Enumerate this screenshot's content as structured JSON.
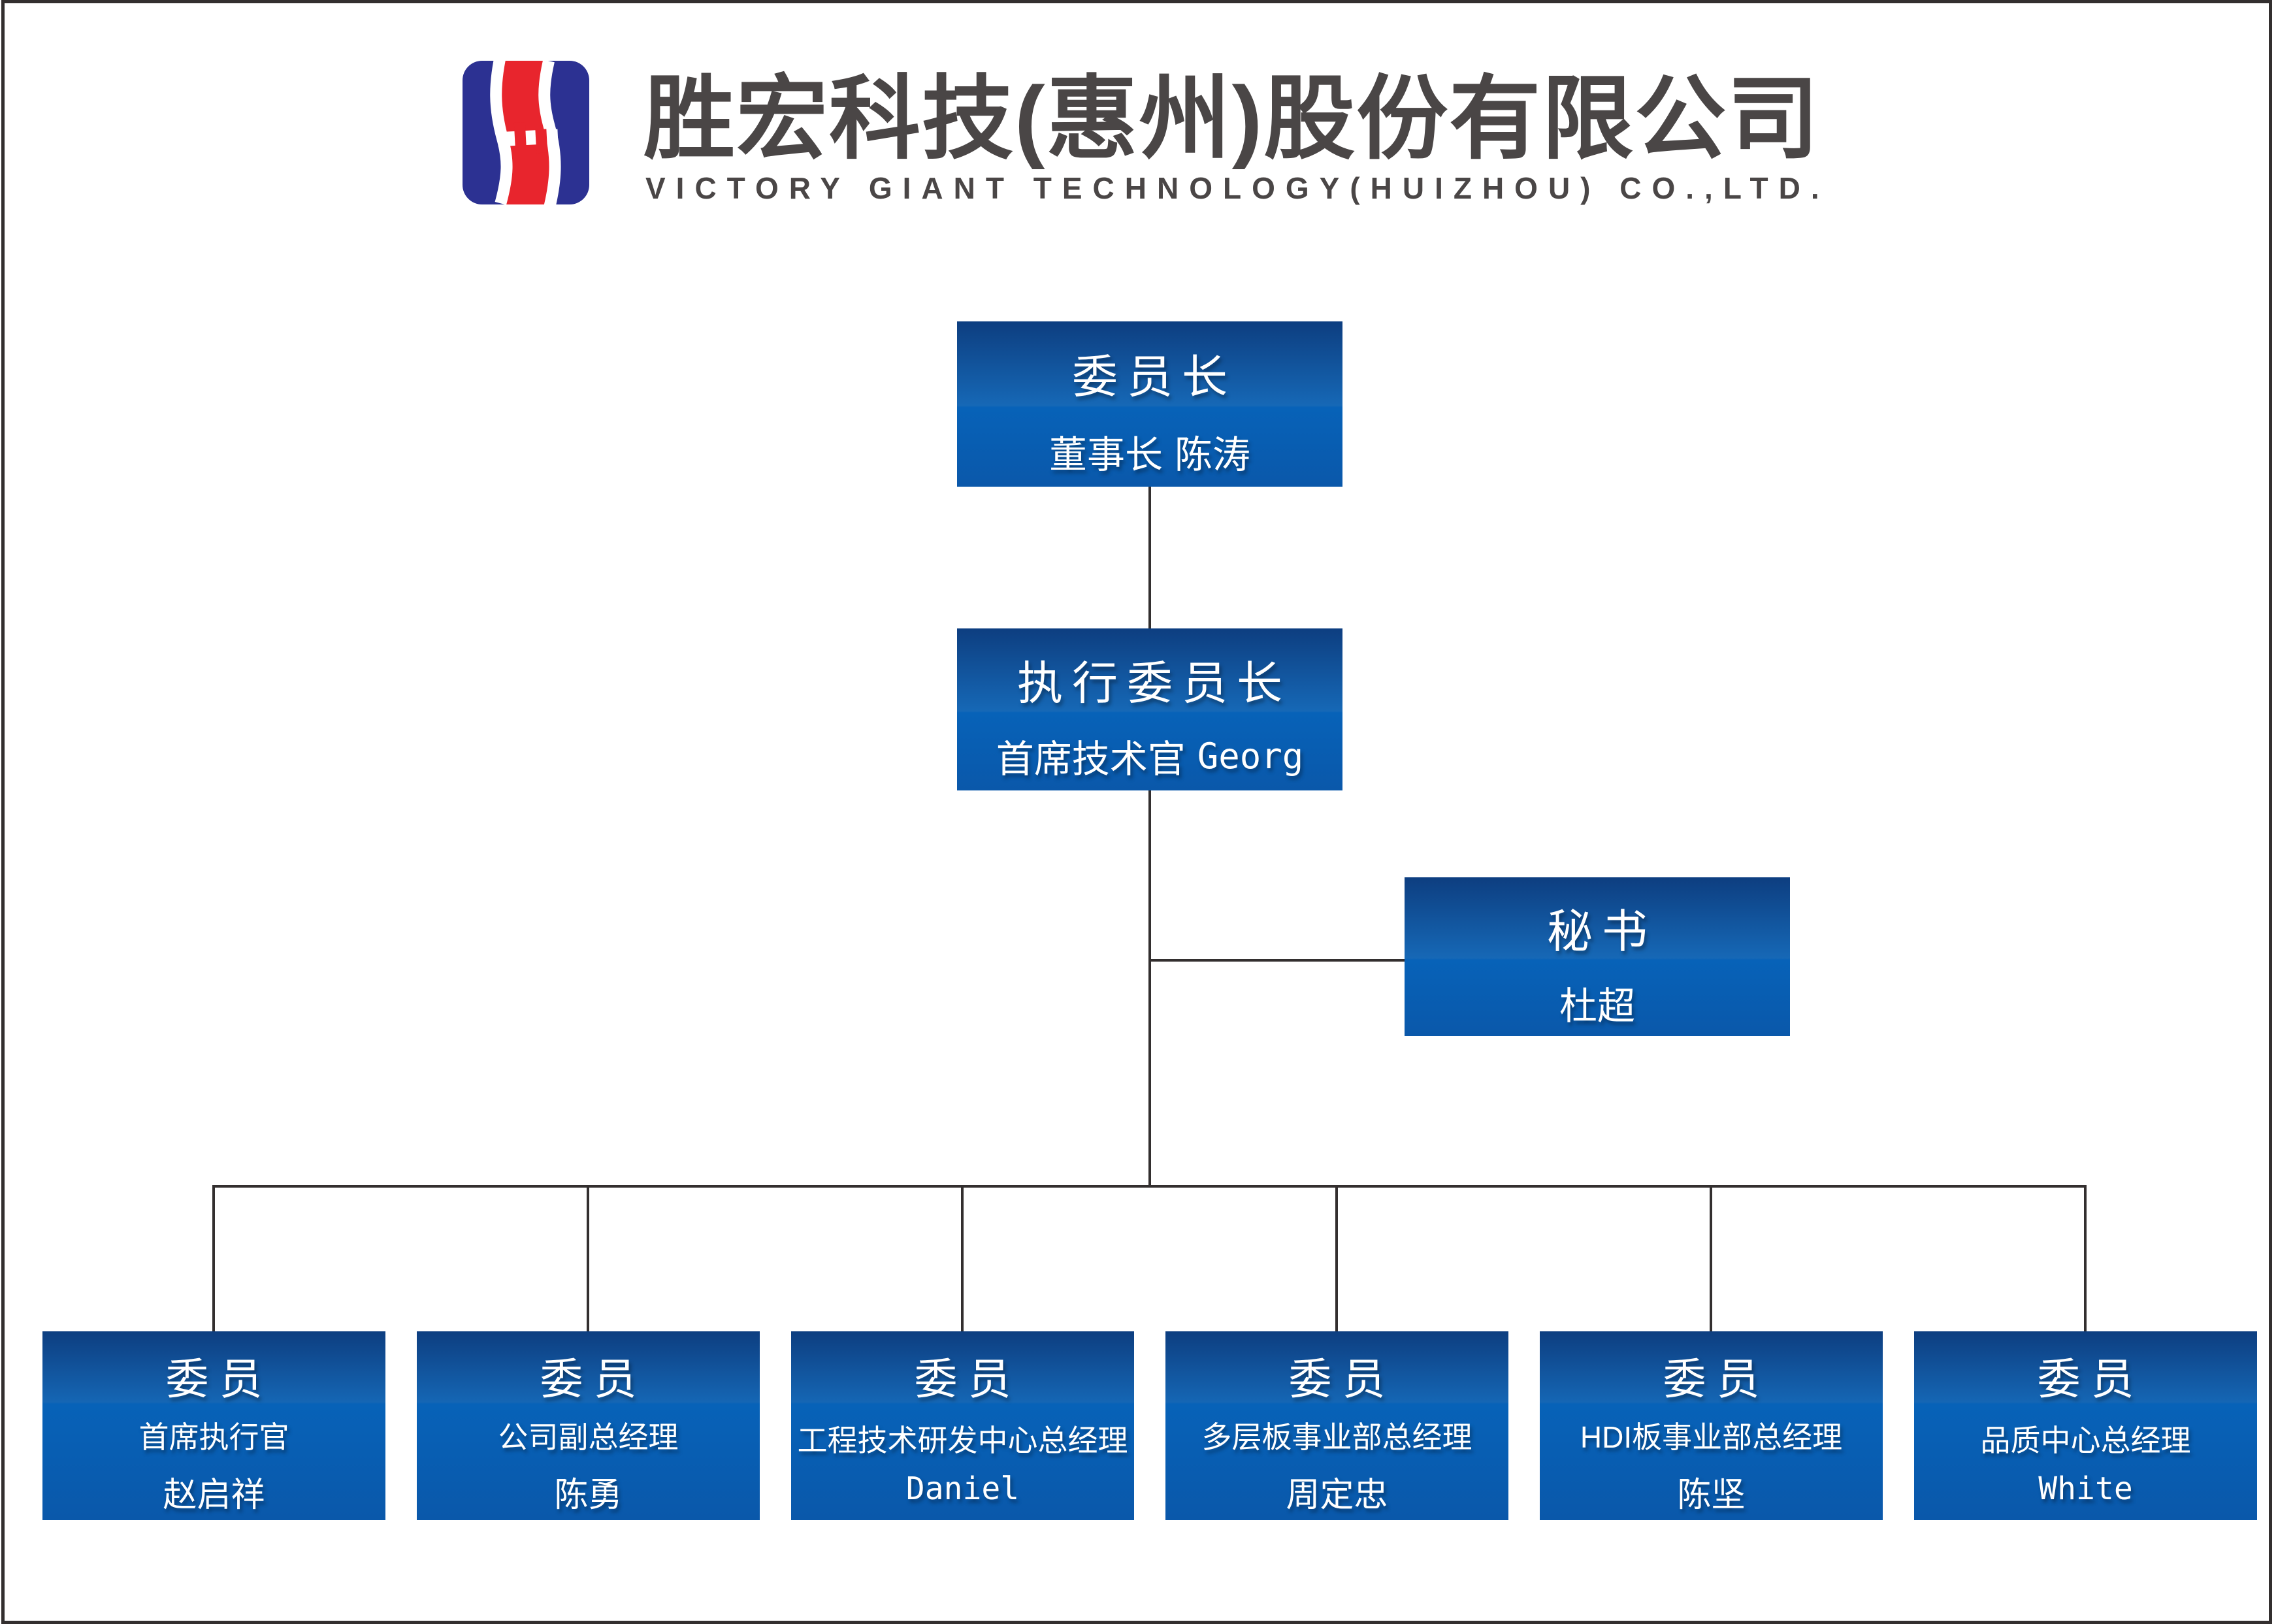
{
  "header": {
    "company_name_cn": "胜宏科技(惠州)股份有限公司",
    "company_name_en": "VICTORY GIANT TECHNOLOGY(HUIZHOU) CO.,LTD.",
    "text_color": "#4a4646",
    "logo": {
      "icon": "victory-giant-s-logo",
      "blue": "#2c3192",
      "red": "#e8252d",
      "white": "#ffffff"
    }
  },
  "colors": {
    "box_gradient_top": "#0d3e80",
    "box_gradient_mid": "#1668b6",
    "box_gradient_bottom": "#0a58aa",
    "box_text": "#ffffff",
    "connector_line": "#332f2f",
    "page_background": "#ffffff"
  },
  "org": {
    "chairman": {
      "title": "委员长",
      "role": "董事长",
      "name": "陈涛"
    },
    "executive_chairman": {
      "title": "执行委员长",
      "role": "首席技术官",
      "name": "Georg"
    },
    "secretary": {
      "title": "秘书",
      "name": "杜超"
    },
    "members": [
      {
        "title": "委员",
        "role": "首席执行官",
        "name": "赵启祥"
      },
      {
        "title": "委员",
        "role": "公司副总经理",
        "name": "陈勇"
      },
      {
        "title": "委员",
        "role": "工程技术研发中心总经理",
        "name": "Daniel"
      },
      {
        "title": "委员",
        "role": "多层板事业部总经理",
        "name": "周定忠"
      },
      {
        "title": "委员",
        "role": "HDI板事业部总经理",
        "name": "陈坚"
      },
      {
        "title": "委员",
        "role": "品质中心总经理",
        "name": "White"
      }
    ]
  }
}
